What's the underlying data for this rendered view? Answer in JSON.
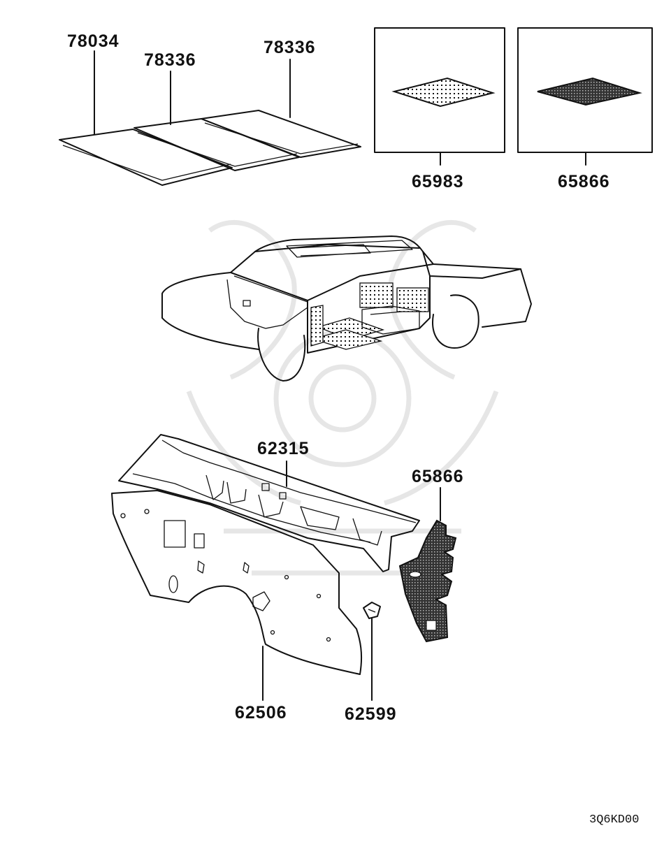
{
  "diagram": {
    "part_labels": {
      "roof_board_a": "78034",
      "roof_board_b": "78336",
      "roof_board_c": "78336",
      "sheet_left_box": "65983",
      "sheet_right_box": "65866",
      "cowl_top": "62315",
      "side_sheet": "65866",
      "dash_panel": "62506",
      "clip": "62599"
    },
    "diagram_code": "3Q6KD00",
    "colors": {
      "ink": "#111111",
      "watermark": "#e4e4e4",
      "background": "#ffffff"
    }
  }
}
